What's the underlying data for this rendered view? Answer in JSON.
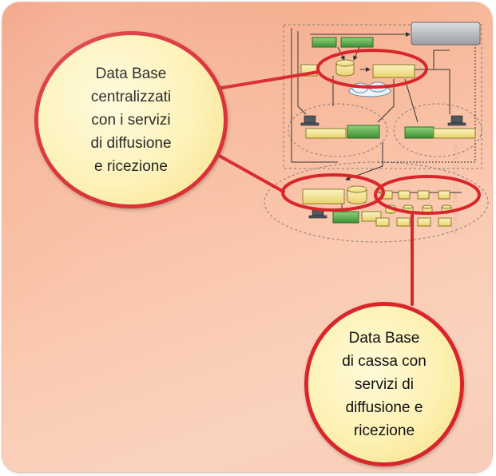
{
  "callouts": {
    "top": {
      "lines": [
        "Data Base",
        "centralizzati",
        "con i servizi",
        "di diffusione",
        "e ricezione"
      ]
    },
    "bottom": {
      "lines": [
        "Data Base",
        "di cassa con",
        "servizi di",
        "diffusione e",
        "ricezione"
      ]
    }
  },
  "colors": {
    "background": "#f9c7ae",
    "callout_fill": "#fdf1b3",
    "callout_border": "#d8262b",
    "node_yellow": "#f5e89a",
    "node_green": "#5fb24d",
    "node_gray": "#b3b6bb"
  },
  "icons": [
    "computer-icon",
    "database-icon",
    "cloud-icon"
  ]
}
